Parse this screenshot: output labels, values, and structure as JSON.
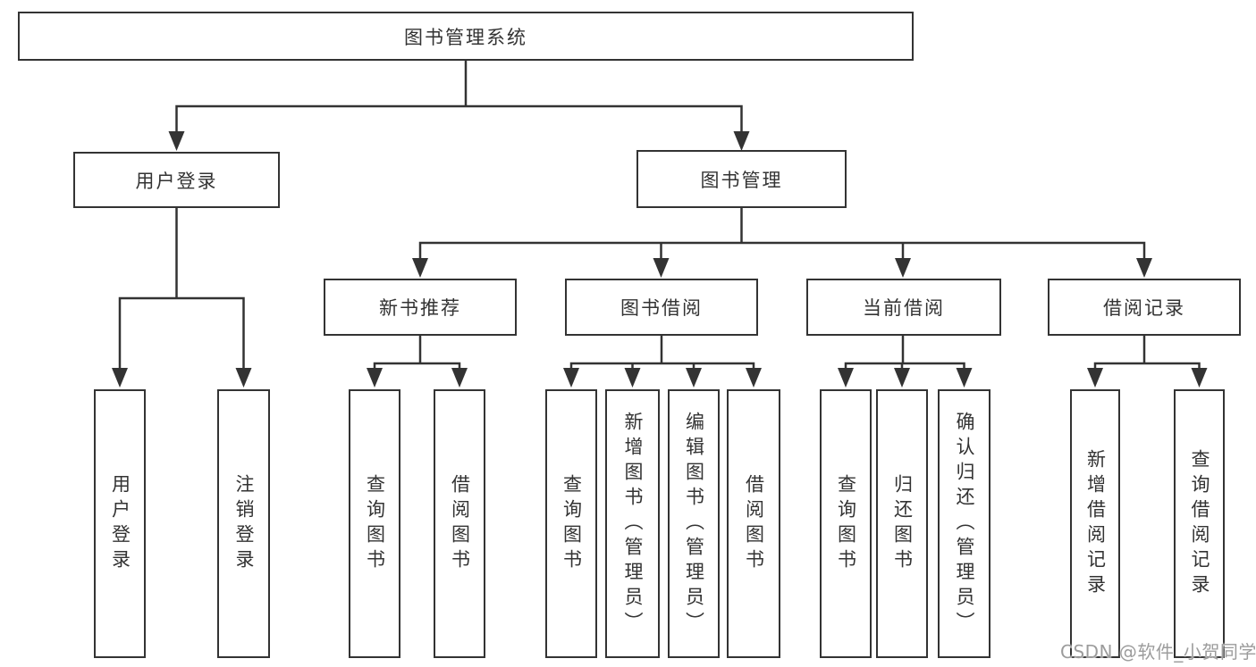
{
  "diagram": {
    "root": {
      "label": "图书管理系统"
    },
    "level2": [
      {
        "label": "用户登录"
      },
      {
        "label": "图书管理"
      }
    ],
    "level3": [
      {
        "label": "新书推荐"
      },
      {
        "label": "图书借阅"
      },
      {
        "label": "当前借阅"
      },
      {
        "label": "借阅记录"
      }
    ],
    "leaves": [
      {
        "label": "用户登录",
        "parent": "用户登录"
      },
      {
        "label": "注销登录",
        "parent": "用户登录"
      },
      {
        "label": "查询图书",
        "parent": "新书推荐"
      },
      {
        "label": "借阅图书",
        "parent": "新书推荐"
      },
      {
        "label": "查询图书",
        "parent": "图书借阅"
      },
      {
        "label": "新增图书（管理员）",
        "parent": "图书借阅"
      },
      {
        "label": "编辑图书（管理员）",
        "parent": "图书借阅"
      },
      {
        "label": "借阅图书",
        "parent": "图书借阅"
      },
      {
        "label": "查询图书",
        "parent": "当前借阅"
      },
      {
        "label": "归还图书",
        "parent": "当前借阅"
      },
      {
        "label": "确认归还（管理员）",
        "parent": "当前借阅"
      },
      {
        "label": "新增借阅记录",
        "parent": "借阅记录"
      },
      {
        "label": "查询借阅记录",
        "parent": "借阅记录"
      }
    ]
  },
  "watermark": {
    "text": "CSDN @软件_小贺同学"
  },
  "colors": {
    "line": "#333333",
    "text": "#333333",
    "watermark": "#9c9c9c",
    "background": "#ffffff"
  }
}
